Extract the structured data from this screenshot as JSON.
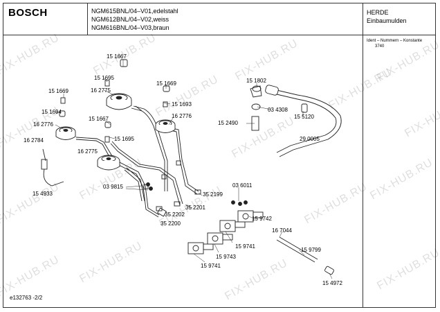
{
  "header": {
    "brand": "BOSCH",
    "models": [
      "NGM615BNL/04–V01,edelstahl",
      "NGM612BNL/04–V02,weiss",
      "NGM616BNL/04–V03,braun"
    ],
    "category_line1": "HERDE",
    "category_line2": "Einbaumulden",
    "ident_label": "Ident – Nummern – Konstante",
    "ident_value": "3740"
  },
  "footer": {
    "code": "e132763  -2/2"
  },
  "watermark": "FIX-HUB.RU",
  "parts": {
    "p151667a": "15 1667",
    "p151695a": "15 1695",
    "p162775a": "16 2775",
    "p151669a": "15 1669",
    "p151694": "15 1694",
    "p162776a": "16 2776",
    "p162784": "16 2784",
    "p151667b": "15 1667",
    "p151695b": "15 1695",
    "p162775b": "16 2775",
    "p154933": "15 4933",
    "p151669b": "15 1669",
    "p151693": "15 1693",
    "p162776b": "16 2776",
    "p039815": "03 9815",
    "p352201": "35 2201",
    "p352202": "35 2202",
    "p352199": "35 2199",
    "p352200": "35 2200",
    "p151802": "15 1802",
    "p034308": "03 4308",
    "p152490": "15 2490",
    "p155120": "15 5120",
    "p290005": "29 0005",
    "p036011": "03 6011",
    "p159742": "15 9742",
    "p167044": "16 7044",
    "p159741a": "15 9741",
    "p159743": "15 9743",
    "p159799": "15 9799",
    "p159741b": "15 9741",
    "p154972": "15 4972"
  }
}
